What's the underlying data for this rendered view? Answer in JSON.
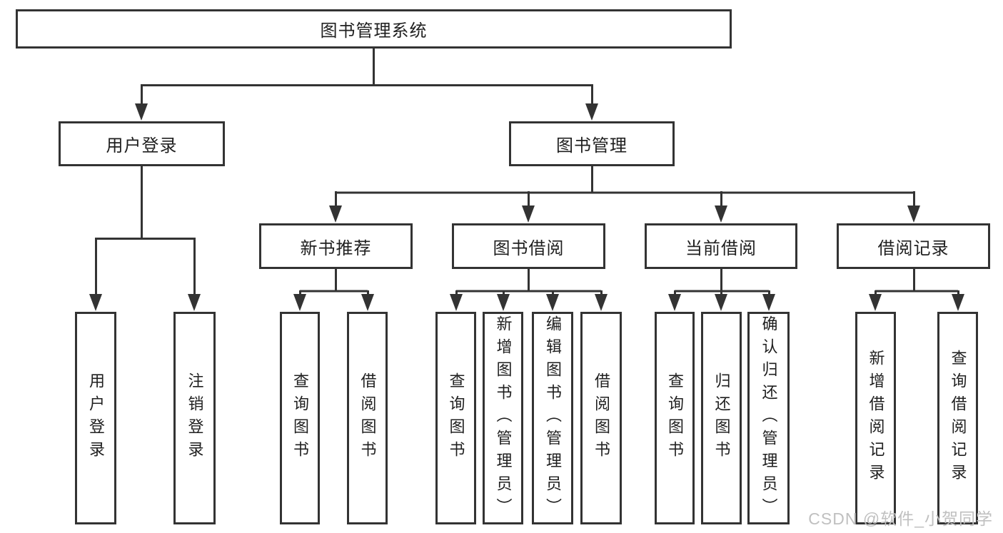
{
  "tree": {
    "label": "图书管理系统",
    "children": [
      {
        "label": "用户登录",
        "children": [
          {
            "label": "用户登录"
          },
          {
            "label": "注销登录"
          }
        ]
      },
      {
        "label": "图书管理",
        "children": [
          {
            "label": "新书推荐",
            "children": [
              {
                "label": "查询图书"
              },
              {
                "label": "借阅图书"
              }
            ]
          },
          {
            "label": "图书借阅",
            "children": [
              {
                "label": "查询图书"
              },
              {
                "label": "新增图书（管理员）"
              },
              {
                "label": "编辑图书（管理员）"
              },
              {
                "label": "借阅图书"
              }
            ]
          },
          {
            "label": "当前借阅",
            "children": [
              {
                "label": "查询图书"
              },
              {
                "label": "归还图书"
              },
              {
                "label": "确认归还（管理员）"
              }
            ]
          },
          {
            "label": "借阅记录",
            "children": [
              {
                "label": "新增借阅记录"
              },
              {
                "label": "查询借阅记录"
              }
            ]
          }
        ]
      }
    ]
  },
  "watermark": {
    "text": "CSDN @软件_小贺同学"
  },
  "colors": {
    "line": "#333333",
    "text": "#1f1f1f",
    "background": "#ffffff",
    "watermark": "#c0c0c0"
  }
}
